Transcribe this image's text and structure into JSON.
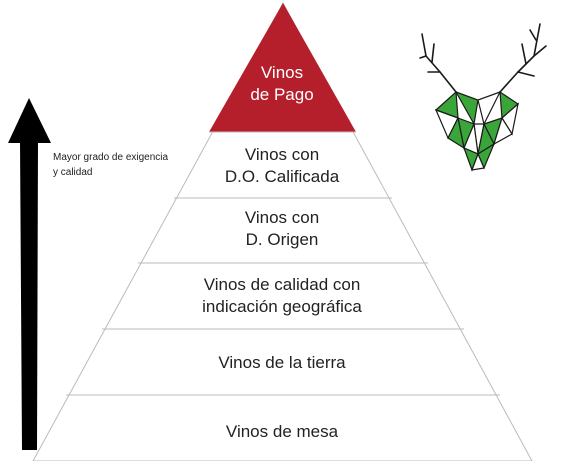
{
  "pyramid": {
    "levels": [
      {
        "line1": "Vinos",
        "line2": "de Pago"
      },
      {
        "line1": "Vinos con",
        "line2": "D.O. Calificada"
      },
      {
        "line1": "Vinos con",
        "line2": "D. Origen"
      },
      {
        "line1": "Vinos de calidad con",
        "line2": "indicación geográfica"
      },
      {
        "line1": "Vinos de la tierra"
      },
      {
        "line1": "Vinos de mesa"
      }
    ],
    "top_color": "#b51f2b",
    "stroke_color": "#bbbbbb"
  },
  "arrow": {
    "label_line1": "Mayor grado de exigencia",
    "label_line2": "y calidad",
    "color": "#000000"
  },
  "logo": {
    "icon": "deer-head-icon",
    "colors": {
      "green": "#3aa63a",
      "dark": "#1a1a1a",
      "white": "#ffffff"
    }
  }
}
